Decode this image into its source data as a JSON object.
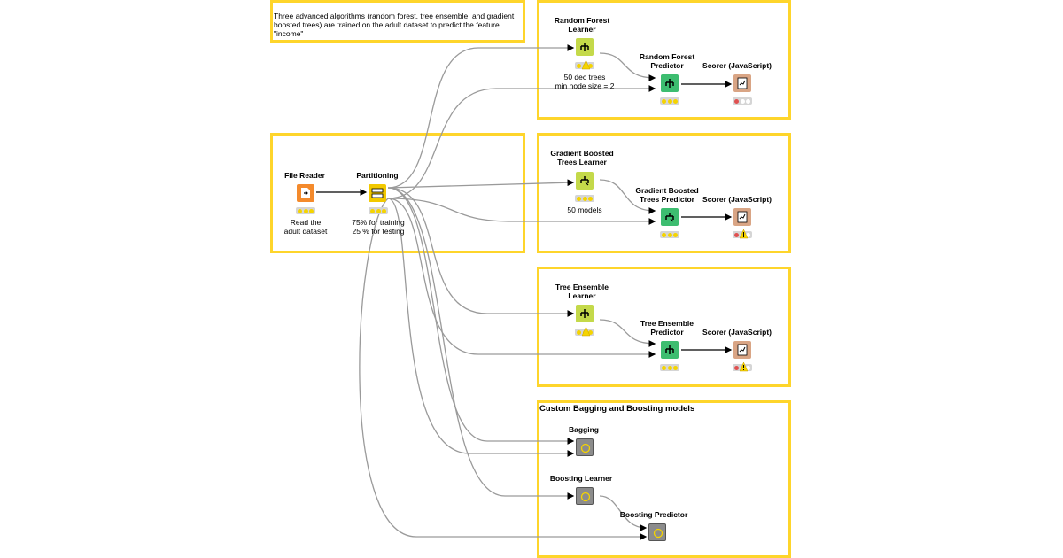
{
  "annotations": {
    "intro": "Three advanced algorithms (random forest, tree ensemble, and gradient\nboosted trees)  are trained  on the adult dataset to predict the feature\n\"income\"",
    "custom_title": "Custom Bagging and Boosting models"
  },
  "nodes": {
    "file_reader": {
      "title": "File Reader",
      "note": "Read the\nadult dataset",
      "color": "#f48a2c"
    },
    "partitioning": {
      "title": "Partitioning",
      "note": "75% for training\n 25 % for testing",
      "color": "#f2c900"
    },
    "rf_learner": {
      "title": "Random Forest\nLearner",
      "note": "50 dec trees\nmin node size = 2",
      "color": "#c4d94a"
    },
    "rf_predictor": {
      "title": "Random Forest\nPredictor",
      "color": "#3dbd70"
    },
    "scorer1": {
      "title": "Scorer (JavaScript)",
      "color": "#d9a585"
    },
    "gbt_learner": {
      "title": "Gradient Boosted\nTrees Learner",
      "note": "50 models",
      "color": "#c4d94a"
    },
    "gbt_predictor": {
      "title": "Gradient Boosted\nTrees Predictor",
      "color": "#3dbd70"
    },
    "scorer2": {
      "title": "Scorer (JavaScript)",
      "color": "#d9a585"
    },
    "te_learner": {
      "title": "Tree Ensemble\nLearner",
      "color": "#c4d94a"
    },
    "te_predictor": {
      "title": "Tree Ensemble\nPredictor",
      "color": "#3dbd70"
    },
    "scorer3": {
      "title": "Scorer (JavaScript)",
      "color": "#d9a585"
    },
    "bagging": {
      "title": "Bagging",
      "color": "#8c8c8c"
    },
    "boosting_learner": {
      "title": "Boosting Learner",
      "color": "#8c8c8c"
    },
    "boosting_predictor": {
      "title": "Boosting Predictor",
      "color": "#8c8c8c"
    }
  },
  "colors": {
    "annotation_border": "#fed52b",
    "connection": "#9a9a9a",
    "status_gray": "#d5d5d5",
    "status_yellow": "#f5d400",
    "status_red": "#e05050",
    "status_green": "#7bc96f"
  }
}
